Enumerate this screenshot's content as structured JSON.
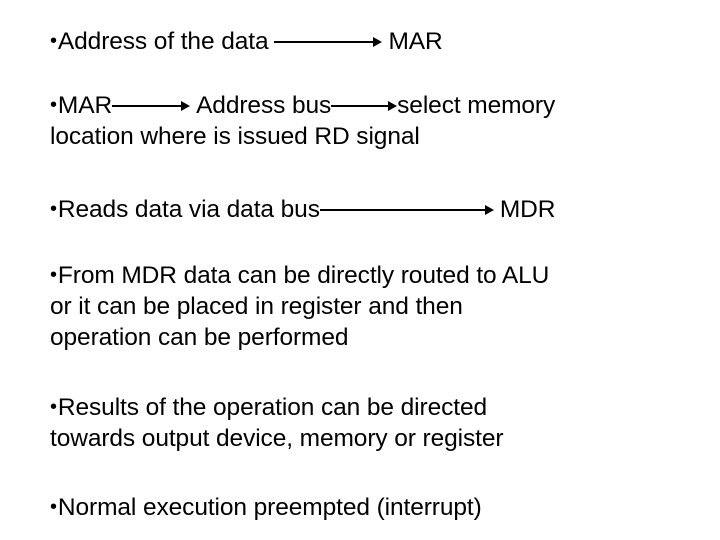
{
  "slide": {
    "background_color": "#ffffff",
    "text_color": "#000000",
    "bullet_glyph": "•",
    "blocks": [
      {
        "id": "address-to-mar",
        "lines": [
          {
            "segments": [
              {
                "type": "bullet"
              },
              {
                "type": "text",
                "value": "Address of the data"
              },
              {
                "type": "space"
              },
              {
                "type": "arrow",
                "length": 108
              },
              {
                "type": "text",
                "value": "MAR"
              }
            ]
          }
        ]
      },
      {
        "id": "mar-address-bus-select-memory",
        "lines": [
          {
            "segments": [
              {
                "type": "bullet"
              },
              {
                "type": "text",
                "value": "MAR"
              },
              {
                "type": "arrow",
                "length": 78
              },
              {
                "type": "space"
              },
              {
                "type": "text",
                "value": "Address bus"
              },
              {
                "type": "arrow",
                "length": 66
              },
              {
                "type": "text",
                "value": "select memory"
              }
            ]
          },
          {
            "segments": [
              {
                "type": "text",
                "value": "location where is issued RD signal"
              }
            ]
          }
        ]
      },
      {
        "id": "reads-data-to-mdr",
        "lines": [
          {
            "segments": [
              {
                "type": "bullet"
              },
              {
                "type": "text",
                "value": "Reads data via data bus"
              },
              {
                "type": "arrow",
                "length": 174
              },
              {
                "type": "space"
              },
              {
                "type": "text",
                "value": "MDR"
              }
            ]
          }
        ]
      },
      {
        "id": "from-mdr-routing",
        "lines": [
          {
            "segments": [
              {
                "type": "bullet"
              },
              {
                "type": "text",
                "value": "From MDR data can be directly routed to ALU"
              }
            ]
          },
          {
            "segments": [
              {
                "type": "text",
                "value": "or it can be placed in register and then"
              }
            ]
          },
          {
            "segments": [
              {
                "type": "text",
                "value": "operation can be performed"
              }
            ]
          }
        ]
      },
      {
        "id": "results-direction",
        "lines": [
          {
            "segments": [
              {
                "type": "bullet"
              },
              {
                "type": "text",
                "value": "Results of the operation can be directed"
              }
            ]
          },
          {
            "segments": [
              {
                "type": "text",
                "value": "towards output device, memory or register"
              }
            ]
          }
        ]
      },
      {
        "id": "normal-execution-preempted",
        "lines": [
          {
            "segments": [
              {
                "type": "bullet"
              },
              {
                "type": "text",
                "value": "Normal execution preempted (interrupt)"
              }
            ]
          }
        ]
      }
    ]
  }
}
